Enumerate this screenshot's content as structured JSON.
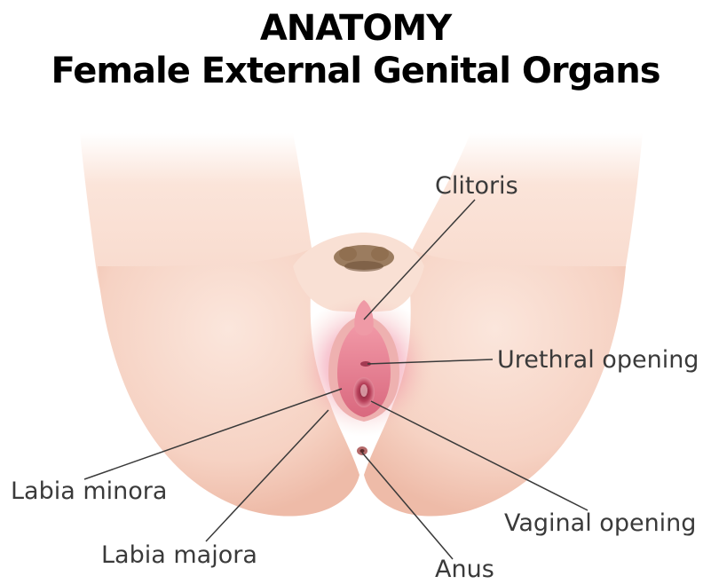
{
  "title": {
    "line1": "ANATOMY",
    "line2": "Female External Genital Organs"
  },
  "labels": {
    "clitoris": "Clitoris",
    "urethral_opening": "Urethral opening",
    "labia_minora": "Labia minora",
    "vaginal_opening": "Vaginal opening",
    "labia_majora": "Labia majora",
    "anus": "Anus"
  },
  "colors": {
    "skin": "#f8dcd0",
    "skin_shadow": "#eec2b2",
    "tissue_pink": "#e88a98",
    "tissue_dark": "#c84f68",
    "hair": "#8b6a4a",
    "leader_line": "#3a3a3a",
    "label_text": "#3a3a3a"
  }
}
